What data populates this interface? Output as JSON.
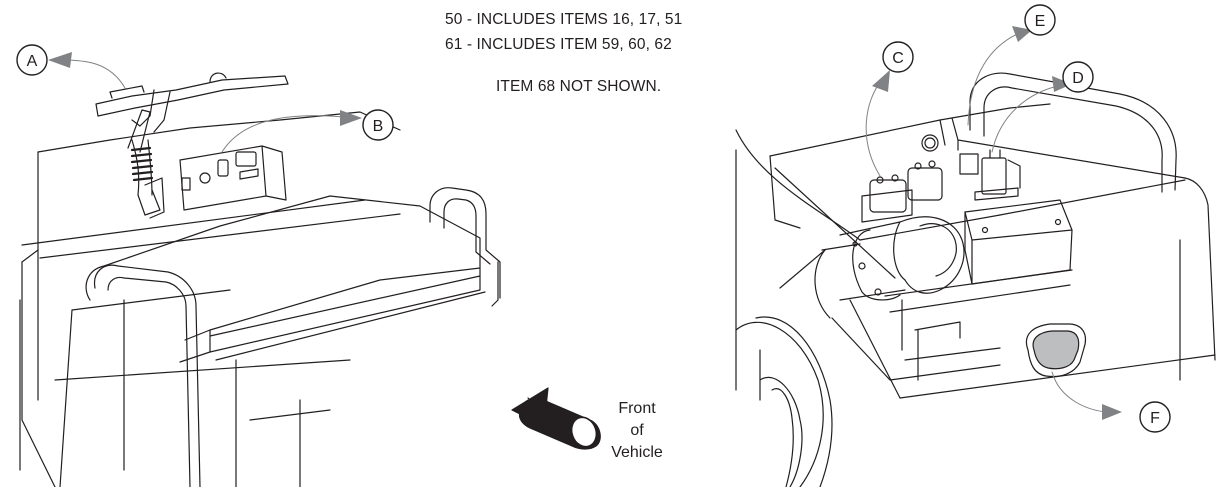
{
  "notes": {
    "line1": "50 - INCLUDES ITEMS 16, 17, 51",
    "line2": "61 - INCLUDES ITEM 59, 60, 62",
    "line3": "ITEM 68 NOT SHOWN."
  },
  "callouts": {
    "a": "A",
    "b": "B",
    "c": "C",
    "d": "D",
    "e": "E",
    "f": "F"
  },
  "direction": {
    "line1": "Front",
    "line2": "of",
    "line3": "Vehicle"
  },
  "colors": {
    "line": "#231f20",
    "arrow": "#808285",
    "shade": "#bcbec0"
  }
}
